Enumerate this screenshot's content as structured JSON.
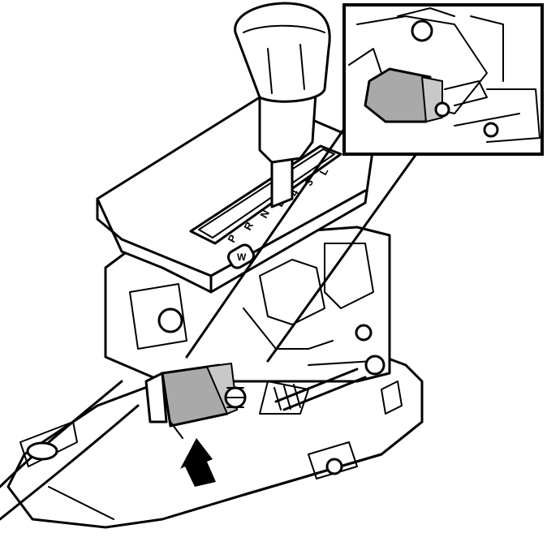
{
  "gear_positions": [
    "P",
    "R",
    "N",
    "D",
    "4",
    "3",
    "L"
  ],
  "mode_button_label": "W",
  "colors": {
    "line": "#000000",
    "background": "#ffffff",
    "component_highlight": "#a9a9a9"
  },
  "icons": [
    "up-arrow-icon"
  ]
}
